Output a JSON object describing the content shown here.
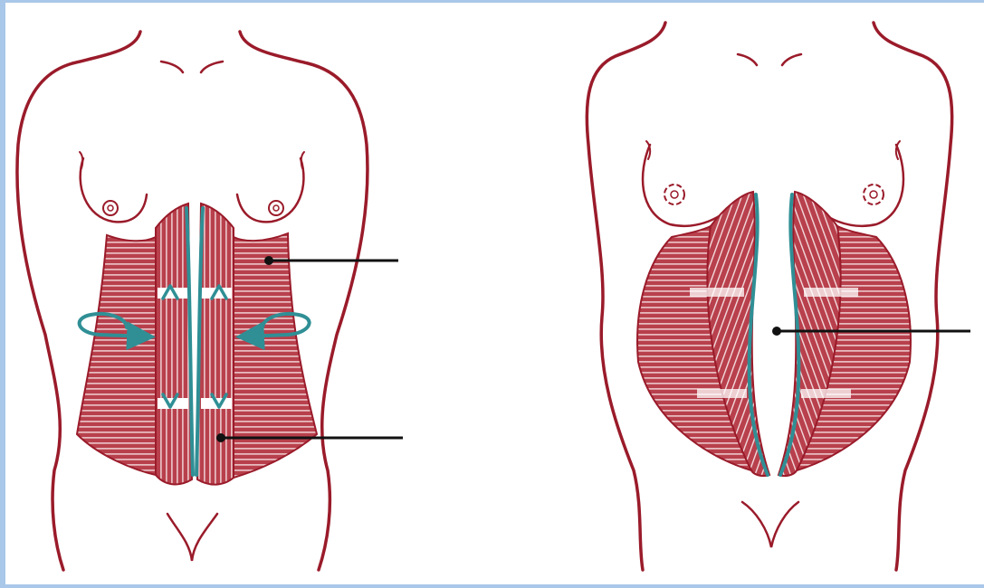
{
  "colors": {
    "outline": "#9a1b2a",
    "muscle_fill": "#b8404c",
    "muscle_stripe": "#f3dbdd",
    "linea": "#2f8f95",
    "pointer": "#111111",
    "frame": "#a9c7e8",
    "background": "#ffffff"
  },
  "figures": [
    {
      "name": "normal-abdominal-wall"
    },
    {
      "name": "diastasis-recti"
    }
  ],
  "pointers": [
    {
      "figure": "normal-abdominal-wall",
      "label": ""
    },
    {
      "figure": "normal-abdominal-wall",
      "label": ""
    },
    {
      "figure": "diastasis-recti",
      "label": ""
    }
  ],
  "icons": [
    "rotation-arrow-icon",
    "direction-arrow-icon"
  ]
}
